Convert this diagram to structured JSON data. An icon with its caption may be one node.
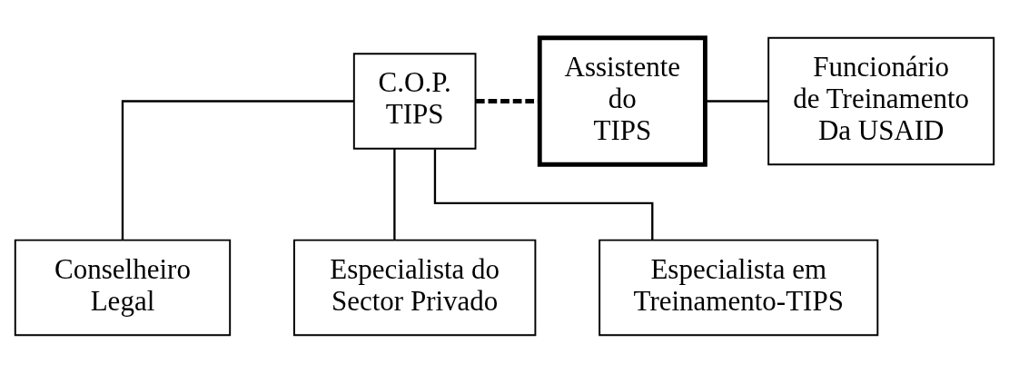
{
  "diagram": {
    "nodes": [
      {
        "text": [
          "C.O.P. TIPS"
        ]
      },
      {
        "text": [
          "Assistente do TIPS"
        ]
      },
      {
        "text": [
          "Funcionário de Treinamento Da USAID"
        ]
      },
      {
        "text": [
          "Conselheiro Legal"
        ]
      },
      {
        "text": [
          "Especialista do Sector Privado"
        ]
      },
      {
        "text": [
          "Especialista em Treinamento-TIPS"
        ]
      }
    ],
    "edges": [
      {
        "from": 0,
        "to": 1,
        "arrow": "none",
        "style": "dashed"
      },
      {
        "from": 1,
        "to": 2,
        "arrow": "none"
      },
      {
        "from": 0,
        "to": 3,
        "arrow": "none"
      },
      {
        "from": 0,
        "to": 4,
        "arrow": "none"
      },
      {
        "from": 0,
        "to": 5,
        "arrow": "none"
      }
    ]
  }
}
